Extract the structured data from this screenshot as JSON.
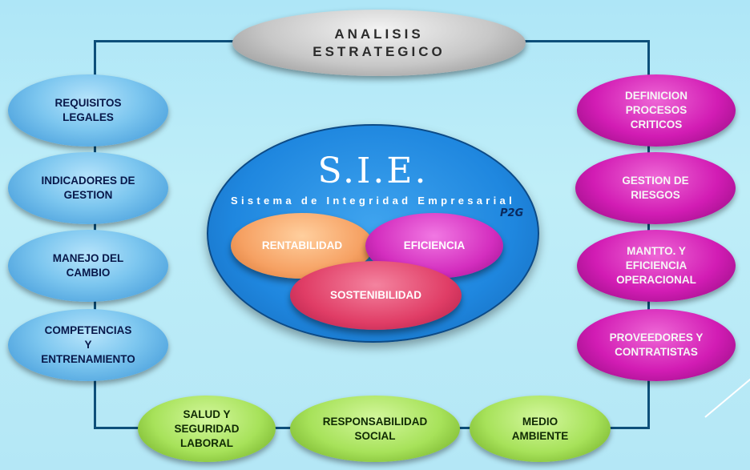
{
  "title": "ANALISIS\nESTRATEGICO",
  "center": {
    "title": "S.I.E.",
    "subtitle": "Sistema de Integridad Empresarial",
    "logo": "P2G",
    "pillars": {
      "rentabilidad": "RENTABILIDAD",
      "eficiencia": "EFICIENCIA",
      "sostenibilidad": "SOSTENIBILIDAD"
    }
  },
  "left_items": [
    "REQUISITOS\nLEGALES",
    "INDICADORES DE\nGESTION",
    "MANEJO DEL\nCAMBIO",
    "COMPETENCIAS\nY\nENTRENAMIENTO"
  ],
  "right_items": [
    "DEFINICION\nPROCESOS\nCRITICOS",
    "GESTION DE\nRIESGOS",
    "MANTTO. Y\nEFICIENCIA\nOPERACIONAL",
    "PROVEEDORES Y\nCONTRATISTAS"
  ],
  "bottom_items": [
    "SALUD Y\nSEGURIDAD\nLABORAL",
    "RESPONSABILIDAD\nSOCIAL",
    "MEDIO\nAMBIENTE"
  ],
  "colors": {
    "frame": "#0d4f7a",
    "left": "#7cc6ef",
    "right": "#d21cb4",
    "bottom": "#a7e25a",
    "center": "#1f87df"
  }
}
